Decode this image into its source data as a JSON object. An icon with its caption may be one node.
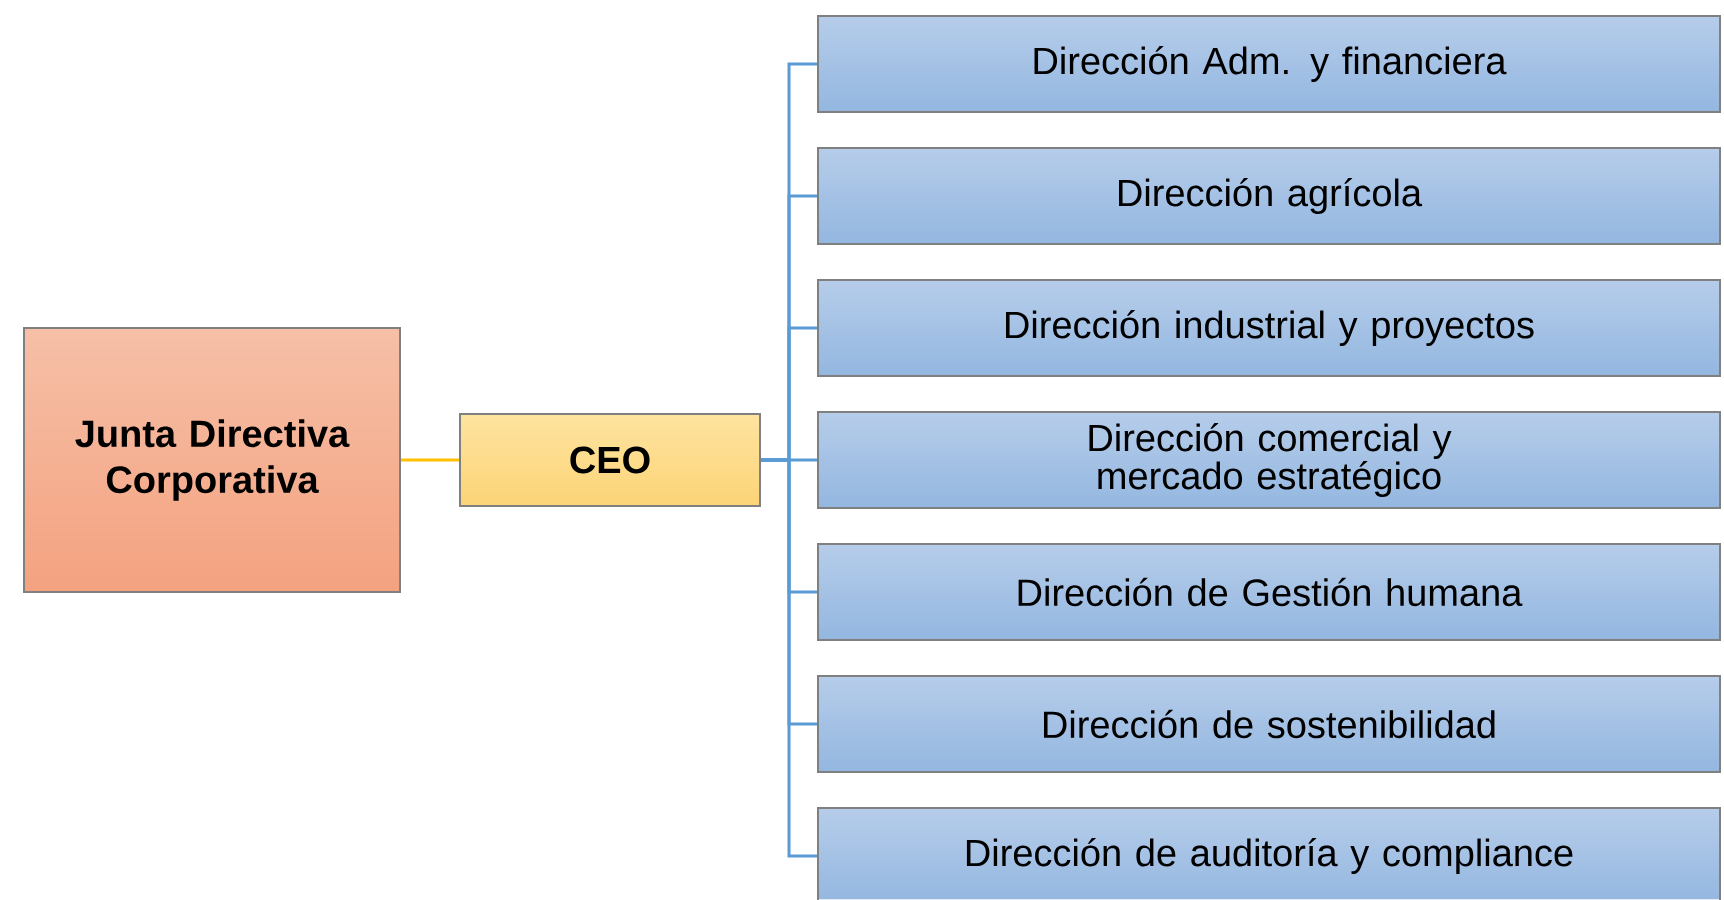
{
  "diagram": {
    "nodes": [
      {
        "text": [
          "Junta Directiva Corporativa"
        ]
      },
      {
        "text": [
          "CEO"
        ]
      },
      {
        "text": [
          "Dirección Adm. y financiera"
        ]
      },
      {
        "text": [
          "Dirección agrícola"
        ]
      },
      {
        "text": [
          "Dirección industrial y proyectos"
        ]
      },
      {
        "text": [
          "Dirección comercial y mercado estratégico"
        ]
      },
      {
        "text": [
          "Dirección de Gestión humana"
        ]
      },
      {
        "text": [
          "Dirección de sostenibilidad"
        ]
      },
      {
        "text": [
          "Dirección de auditoría y compliance"
        ]
      }
    ],
    "edges": [
      {
        "from": 0,
        "to": 1,
        "arrow": "none",
        "color": "#ffc000"
      },
      {
        "from": 1,
        "to": 2,
        "arrow": "none"
      },
      {
        "from": 1,
        "to": 3,
        "arrow": "none"
      },
      {
        "from": 1,
        "to": 4,
        "arrow": "none"
      },
      {
        "from": 1,
        "to": 5,
        "arrow": "none"
      },
      {
        "from": 1,
        "to": 6,
        "arrow": "none"
      },
      {
        "from": 1,
        "to": 7,
        "arrow": "none"
      },
      {
        "from": 1,
        "to": 8,
        "arrow": "none"
      }
    ]
  }
}
